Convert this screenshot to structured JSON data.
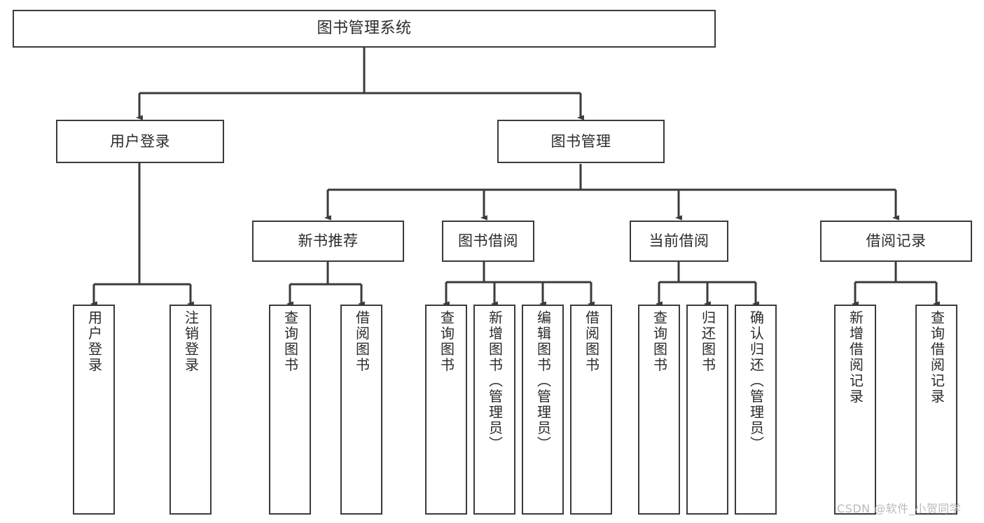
{
  "diagram": {
    "type": "tree-hierarchy-flowchart",
    "root": {
      "id": "root",
      "label": "图书管理系统"
    },
    "level2": [
      {
        "id": "user-login",
        "label": "用户登录"
      },
      {
        "id": "book-manage",
        "label": "图书管理"
      }
    ],
    "level3": [
      {
        "id": "new-book-recommend",
        "label": "新书推荐",
        "parent": "book-manage"
      },
      {
        "id": "book-borrow",
        "label": "图书借阅",
        "parent": "book-manage"
      },
      {
        "id": "current-borrow",
        "label": "当前借阅",
        "parent": "book-manage"
      },
      {
        "id": "borrow-record",
        "label": "借阅记录",
        "parent": "book-manage"
      }
    ],
    "leaves": [
      {
        "id": "leaf-user-login",
        "label": "用户登录",
        "parent": "user-login"
      },
      {
        "id": "leaf-logout",
        "label": "注销登录",
        "parent": "user-login"
      },
      {
        "id": "leaf-query-book-1",
        "label": "查询图书",
        "parent": "new-book-recommend"
      },
      {
        "id": "leaf-borrow-book-1",
        "label": "借阅图书",
        "parent": "new-book-recommend"
      },
      {
        "id": "leaf-query-book-2",
        "label": "查询图书",
        "parent": "book-borrow"
      },
      {
        "id": "leaf-add-book",
        "label": "新增图书（管理员）",
        "parent": "book-borrow"
      },
      {
        "id": "leaf-edit-book",
        "label": "编辑图书（管理员）",
        "parent": "book-borrow"
      },
      {
        "id": "leaf-borrow-book-2",
        "label": "借阅图书",
        "parent": "book-borrow"
      },
      {
        "id": "leaf-query-book-3",
        "label": "查询图书",
        "parent": "current-borrow"
      },
      {
        "id": "leaf-return-book",
        "label": "归还图书",
        "parent": "current-borrow"
      },
      {
        "id": "leaf-confirm-return",
        "label": "确认归还（管理员）",
        "parent": "current-borrow"
      },
      {
        "id": "leaf-add-record",
        "label": "新增借阅记录",
        "parent": "borrow-record"
      },
      {
        "id": "leaf-query-record",
        "label": "查询借阅记录",
        "parent": "borrow-record"
      }
    ],
    "colors": {
      "stroke": "#3b3b3b",
      "fill": "#ffffff",
      "text": "#2b2b2b",
      "watermark": "#b9b9b9"
    }
  },
  "watermark": {
    "text": "CSDN @软件_小贺同学"
  }
}
